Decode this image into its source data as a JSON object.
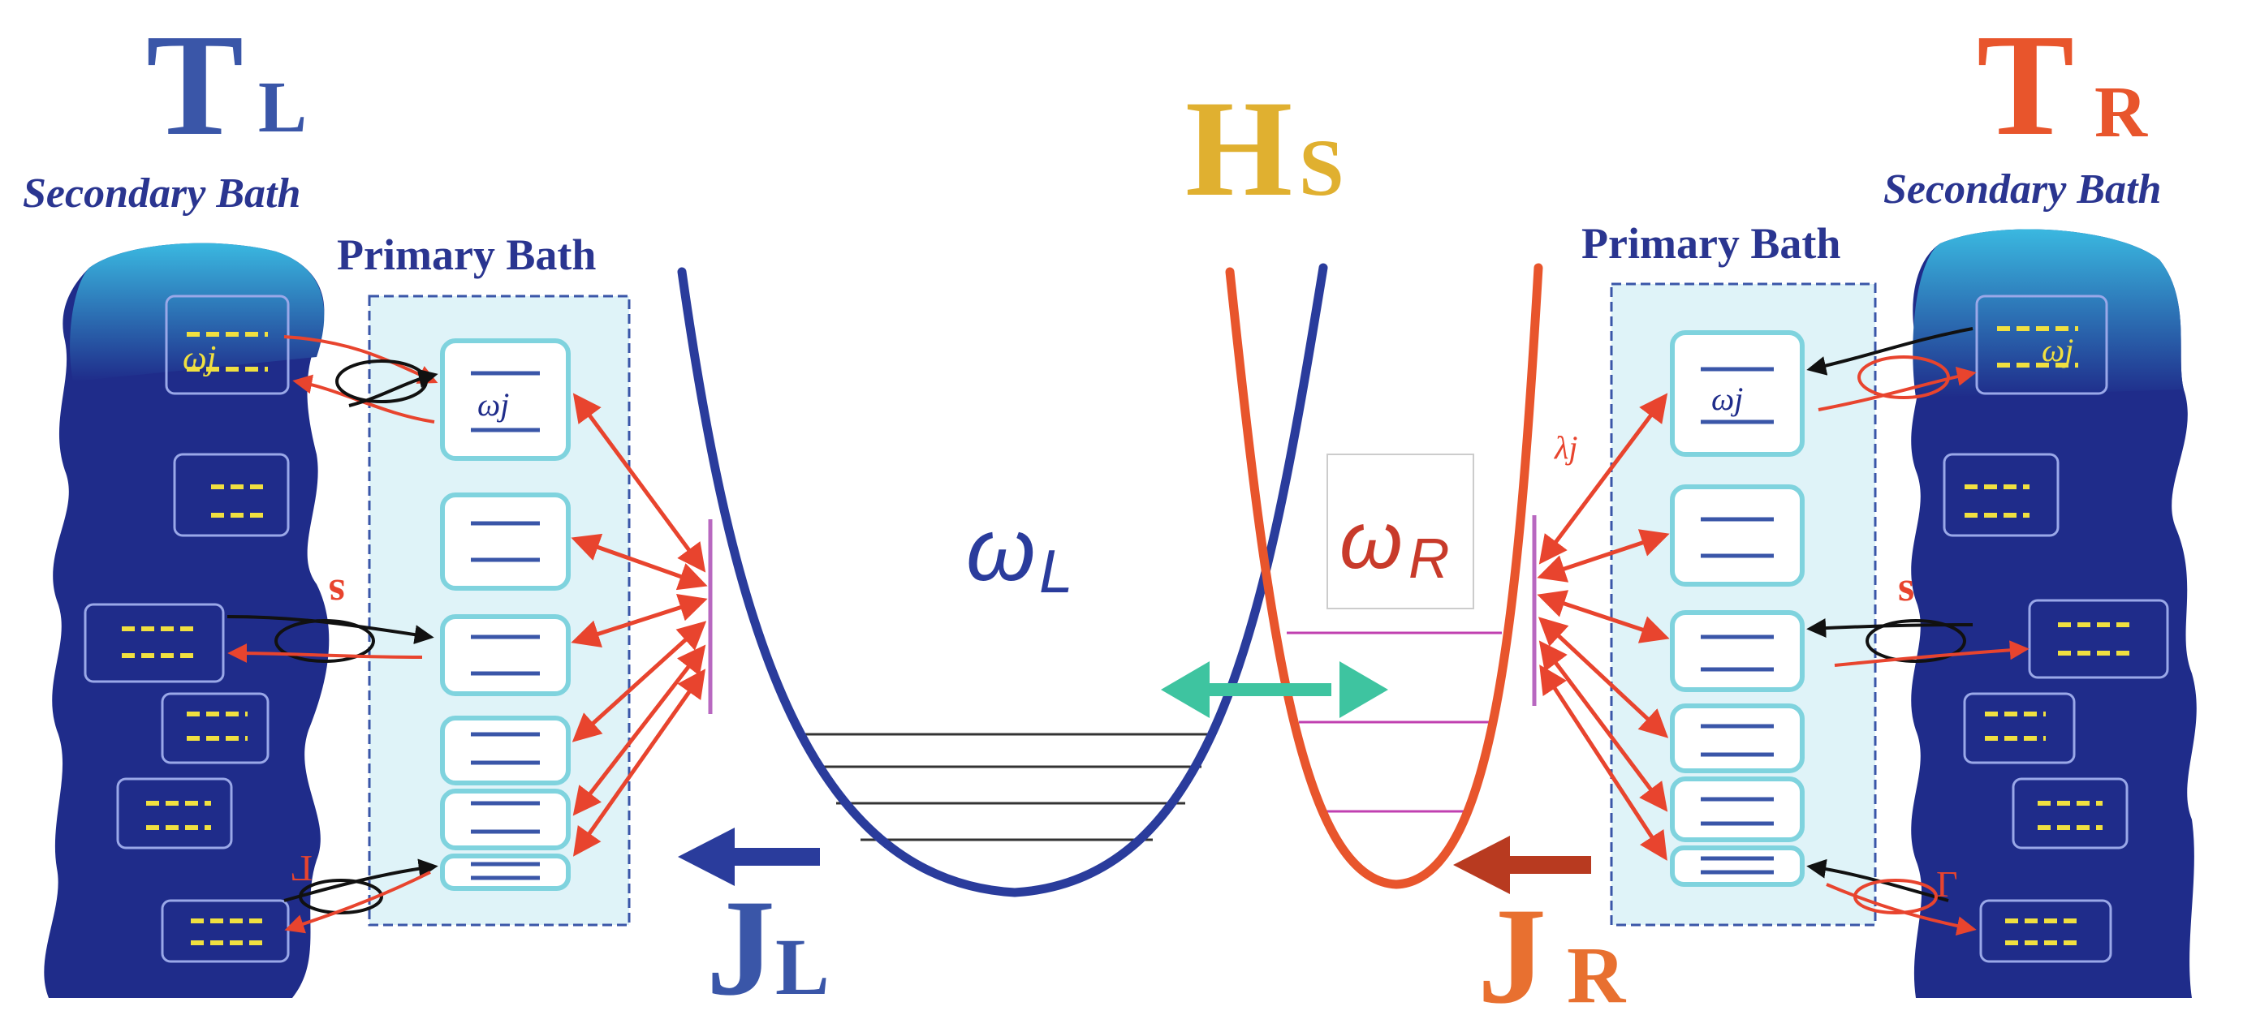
{
  "labels": {
    "left_temperature": {
      "main": "T",
      "sub": "L"
    },
    "right_temperature": {
      "main": "T",
      "sub": "R"
    },
    "system_hamiltonian": {
      "main": "H",
      "sub": "S"
    },
    "left_current": {
      "main": "J",
      "sub": "L"
    },
    "right_current": {
      "main": "J",
      "sub": "R"
    },
    "left_frequency": {
      "main": "ω",
      "sub": "L"
    },
    "right_frequency": {
      "main": "ω",
      "sub": "R"
    },
    "left_secondary_bath": "Secondary Bath",
    "right_secondary_bath": "Secondary Bath",
    "left_primary_bath": "Primary Bath",
    "right_primary_bath": "Primary Bath",
    "left_mode_label": "ωj",
    "right_mode_label": "ωj",
    "left_secondary_mode_label": "ωj",
    "right_secondary_mode_label": "ωj",
    "coupling_lambda": "λj",
    "left_s": "s",
    "right_s": "s",
    "left_gamma": "Γ",
    "right_gamma": "Γ"
  },
  "colors": {
    "left_blue": "#3a56a8",
    "right_orange": "#e8552c",
    "hs_gold": "#e0b030",
    "navy_bath": "#1f2c8a",
    "cyan_box": "#7fd3de",
    "red_arrow": "#e8442e",
    "teal_arrow": "#3ec4a0",
    "magenta_level": "#c040b0",
    "yellow_dash": "#f0e040"
  }
}
